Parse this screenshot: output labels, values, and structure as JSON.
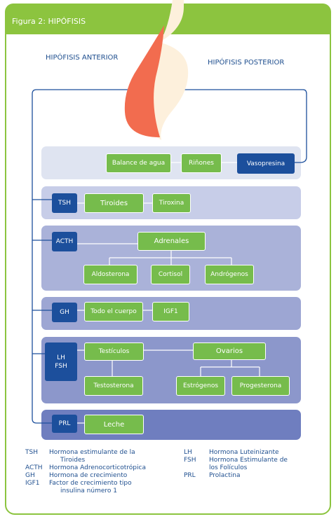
{
  "header": {
    "title": "Figura 2: HIPÓFISIS"
  },
  "labels": {
    "anterior": "HIPÓFISIS ANTERIOR",
    "posterior": "HIPÓFISIS POSTERIOR"
  },
  "colors": {
    "green": "#8cc43f",
    "box_green": "#76bc4c",
    "blue": "#1c4f9c",
    "anterior_lobe": "#f26c4f",
    "posterior_lobe": "#fdf0dc"
  },
  "rows": {
    "posterior": {
      "organ1": "Balance de agua",
      "organ2": "Riñones",
      "hormone": "Vasopresina"
    },
    "tsh": {
      "hormone": "TSH",
      "target": "Tiroides",
      "product": "Tiroxina"
    },
    "acth": {
      "hormone": "ACTH",
      "target": "Adrenales",
      "products": [
        "Aldosterona",
        "Cortisol",
        "Andrógenos"
      ]
    },
    "gh": {
      "hormone": "GH",
      "target": "Todo el cuerpo",
      "product": "IGF1"
    },
    "lhfsh": {
      "hormone1": "LH",
      "hormone2": "FSH",
      "target1": "Testículos",
      "product1": "Testosterona",
      "target2": "Ovarios",
      "products2": [
        "Estrógenos",
        "Progesterona"
      ]
    },
    "prl": {
      "hormone": "PRL",
      "product": "Leche"
    }
  },
  "legend": {
    "left": [
      {
        "abbr": "TSH",
        "text": "Hormona estimulante de la",
        "text2": "Tiroides"
      },
      {
        "abbr": "ACTH",
        "text": "Hormona Adrenocorticotrópica"
      },
      {
        "abbr": "GH",
        "text": "Hormona de crecimiento"
      },
      {
        "abbr": "IGF1",
        "text": "Factor de crecimiento tipo",
        "text2": "insulina número 1"
      }
    ],
    "right": [
      {
        "abbr": "LH",
        "text": "Hormona Luteinizante"
      },
      {
        "abbr": "FSH",
        "text": "Hormona Estimulante de",
        "text2": "los Folículos"
      },
      {
        "abbr": "PRL",
        "text": "Prolactina"
      }
    ]
  }
}
